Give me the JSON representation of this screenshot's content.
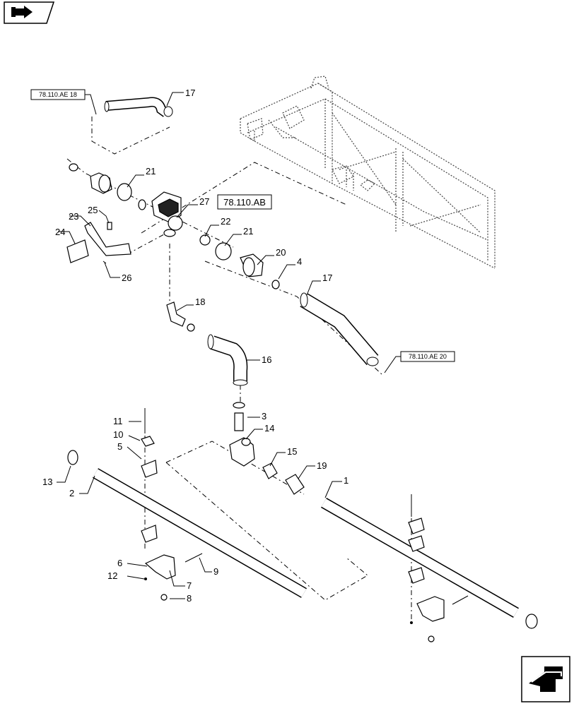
{
  "icons": {
    "top_left": "book-arrow-icon",
    "bottom_right": "next-page-arrow-icon"
  },
  "references": {
    "ref_top_left": "78.110.AE 18",
    "ref_right": "78.110.AE 20",
    "ref_main": "78.110.AB"
  },
  "callouts": {
    "c1": "1",
    "c2": "2",
    "c3": "3",
    "c4": "4",
    "c5": "5",
    "c6": "6",
    "c7": "7",
    "c8": "8",
    "c9": "9",
    "c10": "10",
    "c11": "11",
    "c12": "12",
    "c13": "13",
    "c14": "14",
    "c15": "15",
    "c16": "16",
    "c17a": "17",
    "c17b": "17",
    "c18": "18",
    "c19": "19",
    "c20": "20",
    "c21a": "21",
    "c21b": "21",
    "c22": "22",
    "c23": "23",
    "c24": "24",
    "c25": "25",
    "c26": "26",
    "c27": "27"
  }
}
